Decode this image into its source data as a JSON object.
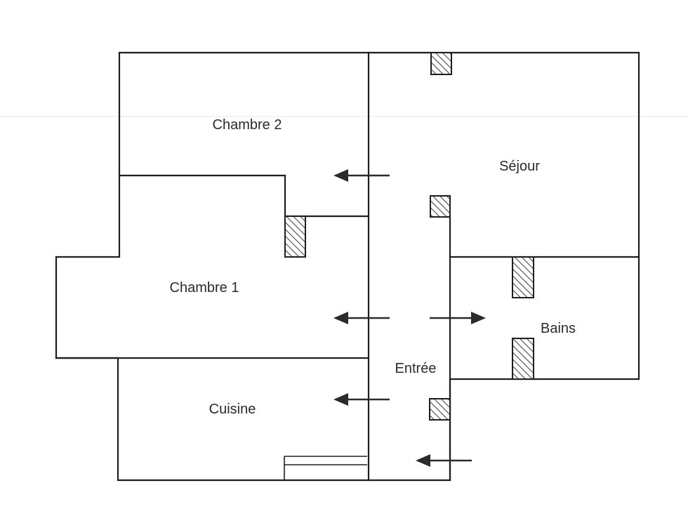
{
  "rooms": {
    "chambre2": "Chambre 2",
    "sejour": "Séjour",
    "chambre1": "Chambre 1",
    "bains": "Bains",
    "entree": "Entrée",
    "cuisine": "Cuisine"
  }
}
